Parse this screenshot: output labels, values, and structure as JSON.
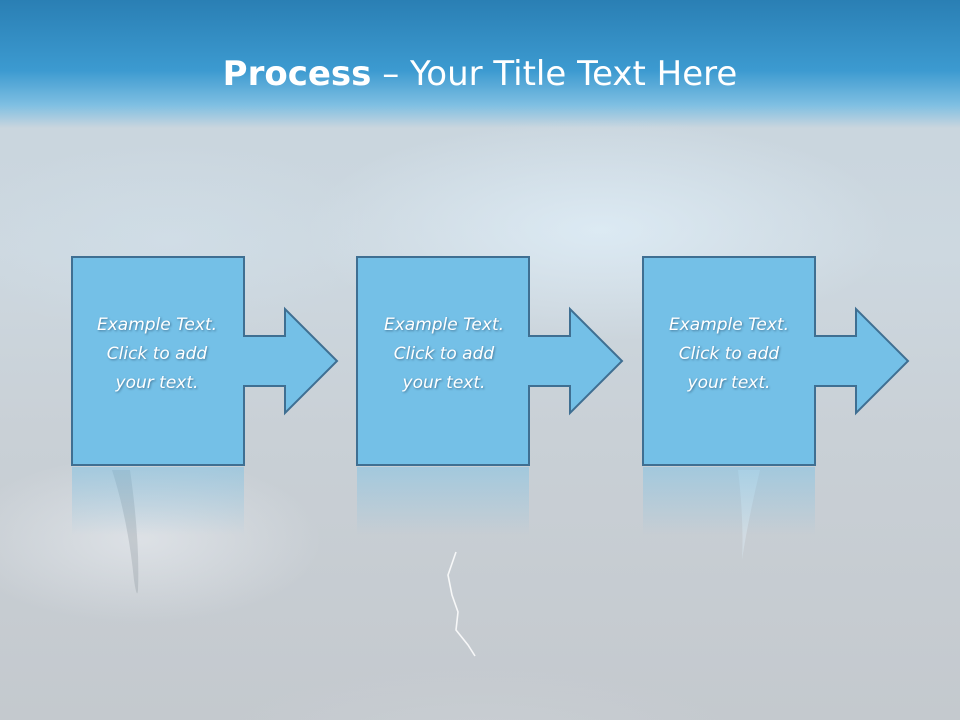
{
  "title": {
    "bold": "Process",
    "dash": " – ",
    "rest": "Your Title Text Here"
  },
  "steps": [
    {
      "line1": "Example Text.",
      "line2": "Click  to add",
      "line3": "your text."
    },
    {
      "line1": "Example Text.",
      "line2": "Click  to add",
      "line3": "your text."
    },
    {
      "line1": "Example Text.",
      "line2": "Click  to add",
      "line3": "your text."
    }
  ],
  "colors": {
    "box_fill": "#74c0e7",
    "box_stroke": "#3f6f92",
    "title_bar": "#3c9ad0"
  }
}
